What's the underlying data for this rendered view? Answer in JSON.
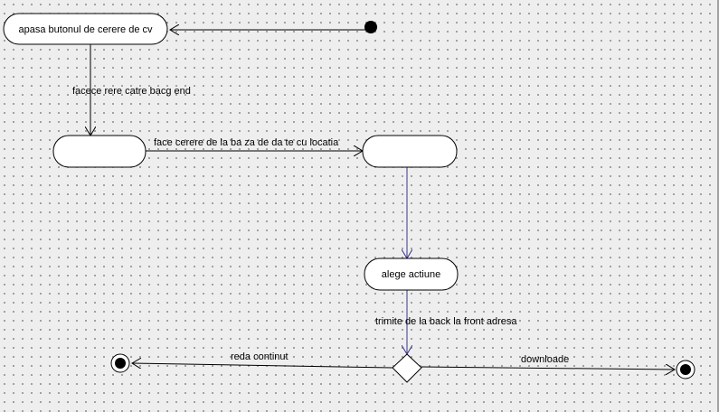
{
  "diagram": {
    "nodes": {
      "cv_request": {
        "label": "apasa butonul de cerere de cv"
      },
      "backend_node": {
        "label": ""
      },
      "db_node": {
        "label": ""
      },
      "choose_action": {
        "label": "alege actiune"
      }
    },
    "edges": {
      "to_backend": {
        "label": "facece rere catre bacg end"
      },
      "to_db": {
        "label": "face cerere de la ba za de da te cu locatia"
      },
      "back_to_front": {
        "label": "trimite de la back la front adresa"
      },
      "render_content": {
        "label": "reda continut"
      },
      "download": {
        "label": "downloade"
      }
    },
    "colors": {
      "line_default": "#000000",
      "line_selected": "#35358a",
      "node_fill": "#ffffff",
      "background": "#eeeeee"
    }
  }
}
